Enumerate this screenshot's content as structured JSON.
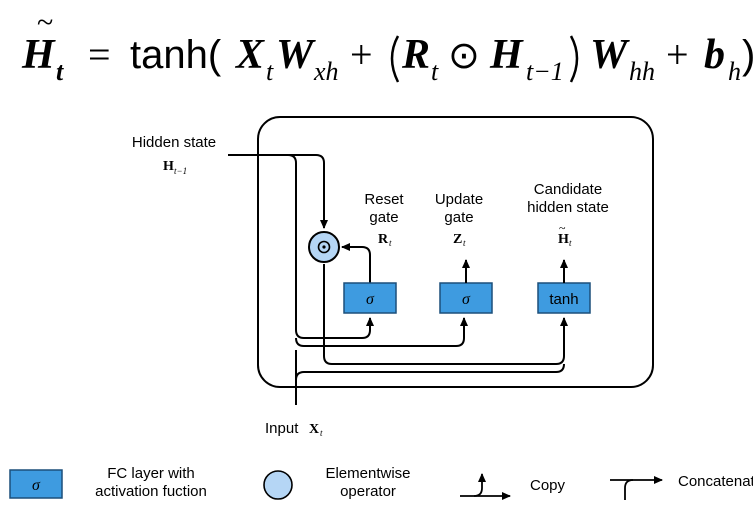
{
  "equation": {
    "lhs_symbol": "H",
    "lhs_subscript": "t",
    "equals": "=",
    "func": "tanh(",
    "x_term": "X",
    "x_sub": "t",
    "w_xh": "W",
    "w_xh_sub": "xh",
    "plus1": "+",
    "r_term": "R",
    "r_sub": "t",
    "odot": "⊙",
    "h_term": "H",
    "h_sub": "t−1",
    "w_hh": "W",
    "w_hh_sub": "hh",
    "plus2": "+",
    "b_term": "b",
    "b_sub": "h",
    "close": ")"
  },
  "diagram": {
    "hidden_state_label": "Hidden state",
    "hidden_state_symbol": "H",
    "hidden_state_sub": "t−1",
    "reset_gate_line1": "Reset",
    "reset_gate_line2": "gate",
    "reset_symbol": "R",
    "reset_sub": "t",
    "update_gate_line1": "Update",
    "update_gate_line2": "gate",
    "update_symbol": "Z",
    "update_sub": "t",
    "candidate_line1": "Candidate",
    "candidate_line2": "hidden state",
    "candidate_symbol": "H",
    "candidate_sub": "t",
    "sigma_reset": "σ",
    "sigma_update": "σ",
    "tanh_label": "tanh",
    "input_label": "Input",
    "input_symbol": "X",
    "input_sub": "t"
  },
  "legend": {
    "fc_symbol": "σ",
    "fc_line1": "FC layer with",
    "fc_line2": "activation fuction",
    "elementwise_line1": "Elementwise",
    "elementwise_line2": "operator",
    "copy_label": "Copy",
    "concat_label": "Concatenate"
  },
  "colors": {
    "box_fill": "#3e9be0",
    "box_stroke": "#1b4f7a",
    "circle_fill": "#b5d6f5",
    "line": "#000000"
  }
}
